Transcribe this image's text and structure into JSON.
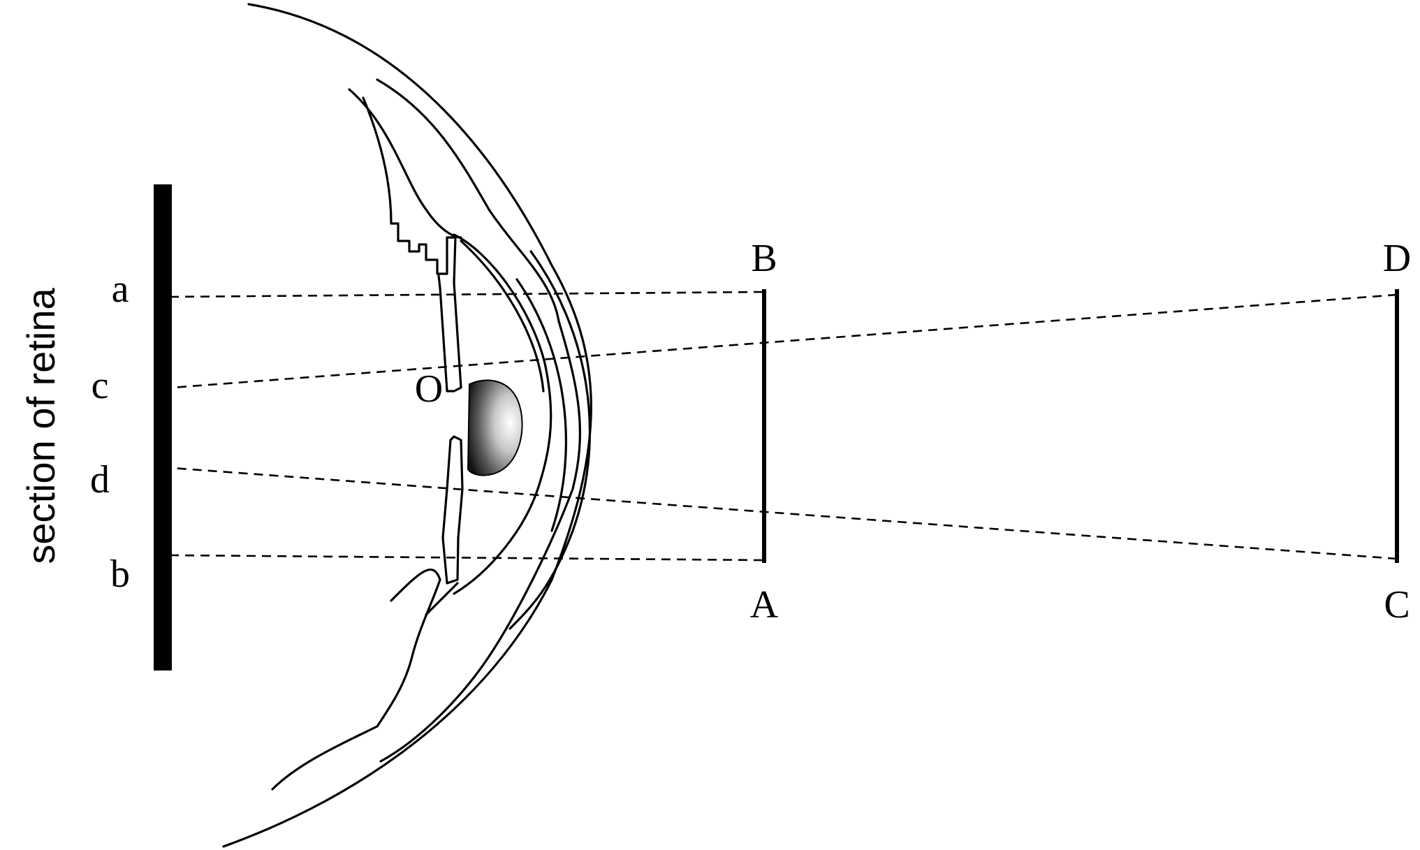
{
  "retina": {
    "caption": "section of retina",
    "points": {
      "a": "a",
      "c": "c",
      "d": "d",
      "b": "b"
    }
  },
  "eye": {
    "center_label": "O"
  },
  "near_object": {
    "top_label": "B",
    "bottom_label": "A"
  },
  "far_object": {
    "top_label": "D",
    "bottom_label": "C"
  }
}
